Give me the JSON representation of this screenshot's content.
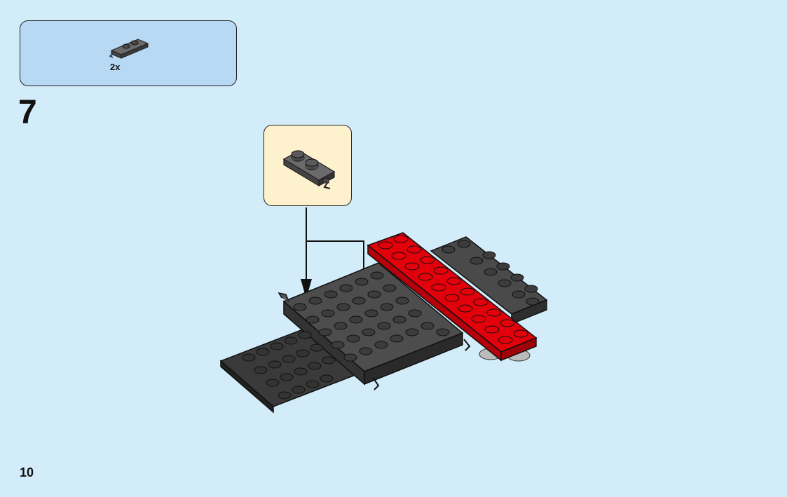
{
  "parts_list": {
    "items": [
      {
        "part": "plate-1x2-with-clip",
        "color": "#545454",
        "quantity": "2x"
      }
    ]
  },
  "step": {
    "number": "7"
  },
  "callout": {
    "part": "plate-1x2-with-clip",
    "color": "#545454"
  },
  "colors": {
    "background": "#d3ecfa",
    "parts_box": "#b7d9f4",
    "callout_box": "#fdf1ce",
    "dark_bluish_gray": "#545454",
    "black": "#262626",
    "red": "#e3000b"
  },
  "page": {
    "number": "10"
  }
}
